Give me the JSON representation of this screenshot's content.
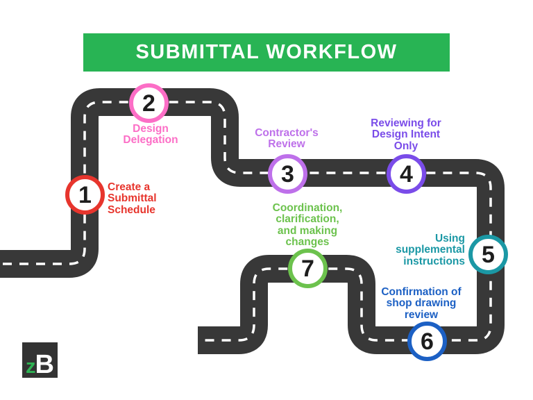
{
  "banner": {
    "title": "SUBMITTAL WORKFLOW",
    "bg_color": "#28b454",
    "text_color": "#ffffff"
  },
  "road": {
    "color": "#383838",
    "dash_color": "#ffffff"
  },
  "number_color": "#1d1d1d",
  "steps": [
    {
      "number": "1",
      "label": "Create a\nSubmittal\nSchedule",
      "color": "#e7352d"
    },
    {
      "number": "2",
      "label": "Design\nDelegation",
      "color": "#fc6ec6"
    },
    {
      "number": "3",
      "label": "Contractor's\nReview",
      "color": "#be70ea"
    },
    {
      "number": "4",
      "label": "Reviewing for\nDesign Intent\nOnly",
      "color": "#7a4ce9"
    },
    {
      "number": "5",
      "label": "Using\nsupplemental\ninstructions",
      "color": "#1b98a5"
    },
    {
      "number": "6",
      "label": "Confirmation of\nshop drawing\nreview",
      "color": "#1c60c4"
    },
    {
      "number": "7",
      "label": "Coordination,\nclarification,\nand making\nchanges",
      "color": "#6cc24d"
    }
  ],
  "logo": {
    "z": "z",
    "b": "B",
    "bg_color": "#333333",
    "z_color": "#2eb353",
    "b_color": "#ffffff"
  }
}
